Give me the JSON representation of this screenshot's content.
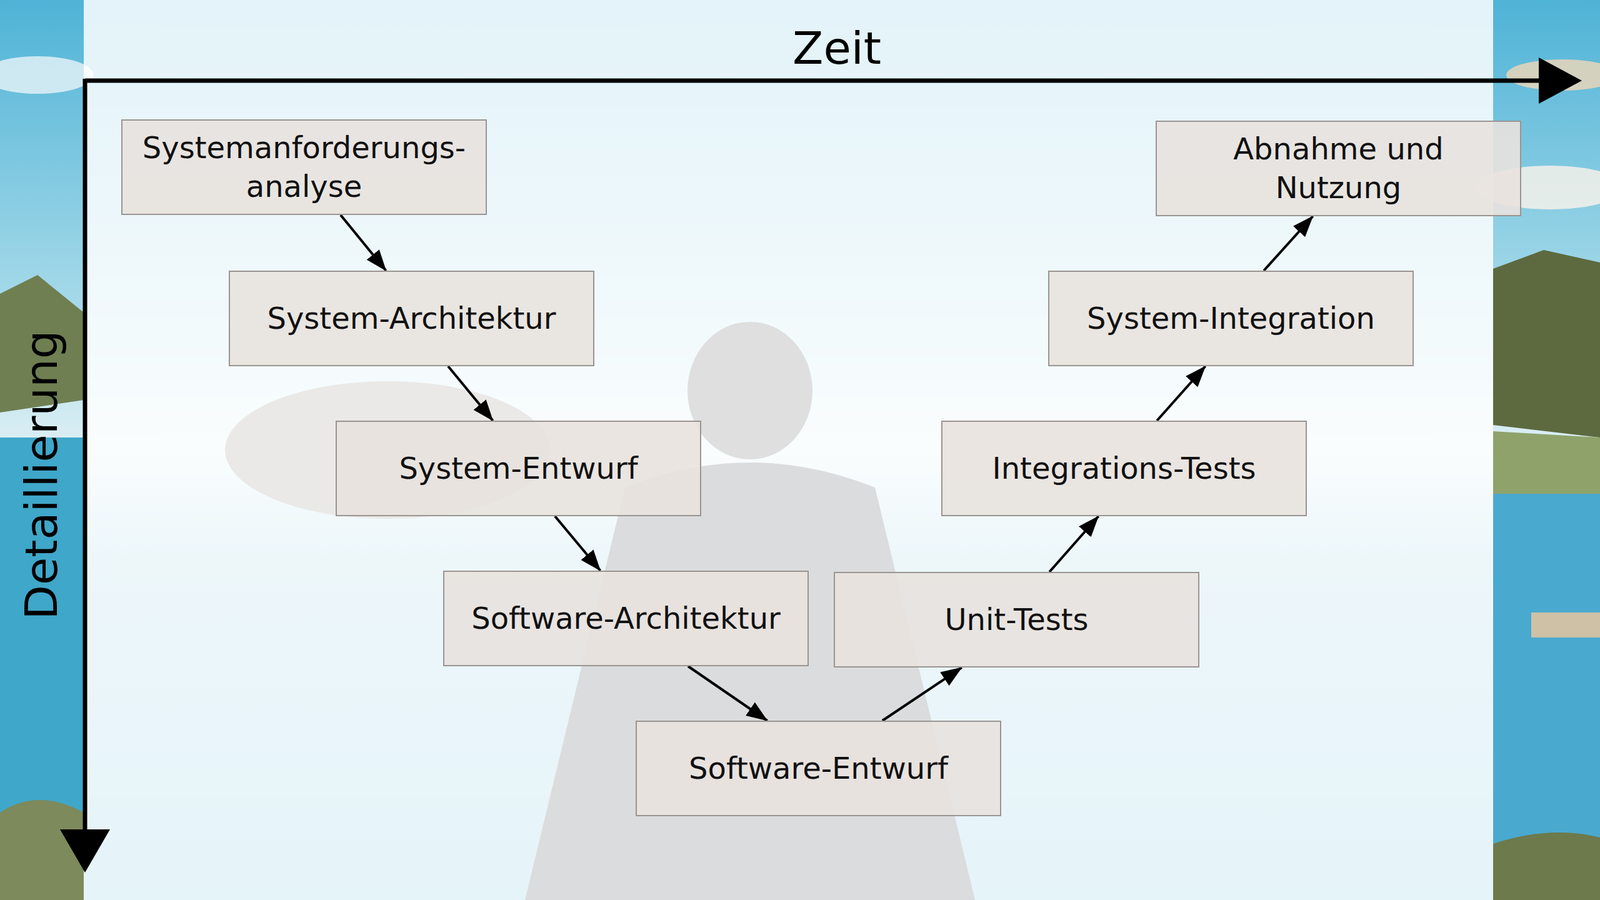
{
  "diagram": {
    "nodes": [
      {
        "text": [
          "Systemanforderungs- analyse"
        ]
      },
      {
        "text": [
          "System-Architektur"
        ]
      },
      {
        "text": [
          "System-Entwurf"
        ]
      },
      {
        "text": [
          "Software-Architektur"
        ]
      },
      {
        "text": [
          "Software-Entwurf"
        ]
      },
      {
        "text": [
          "Unit-Tests"
        ]
      },
      {
        "text": [
          "Integrations-Tests"
        ]
      },
      {
        "text": [
          "System-Integration"
        ]
      },
      {
        "text": [
          "Abnahme und Nutzung"
        ]
      }
    ],
    "edges": [
      {
        "from": 0,
        "to": 1,
        "arrow": "to"
      },
      {
        "from": 1,
        "to": 2,
        "arrow": "to"
      },
      {
        "from": 2,
        "to": 3,
        "arrow": "to"
      },
      {
        "from": 3,
        "to": 4,
        "arrow": "to"
      },
      {
        "from": 4,
        "to": 5,
        "arrow": "to"
      },
      {
        "from": 5,
        "to": 6,
        "arrow": "to"
      },
      {
        "from": 6,
        "to": 7,
        "arrow": "to"
      },
      {
        "from": 7,
        "to": 8,
        "arrow": "to"
      }
    ],
    "labels": [
      "Zeit",
      "Detaillierung"
    ]
  }
}
